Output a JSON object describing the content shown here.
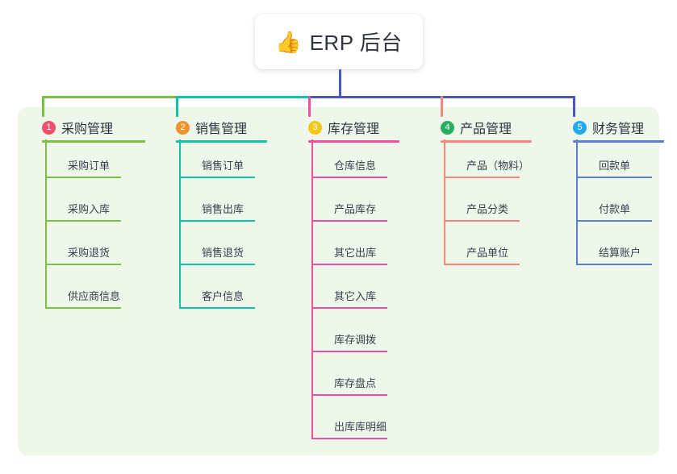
{
  "root": {
    "icon": "thumbs-up-emoji",
    "emoji": "👍",
    "title": "ERP 后台"
  },
  "theme": {
    "panel_bg": "#eef7e9",
    "card_bg": "#ffffff",
    "text": "#2f3440",
    "leaf_text": "#3a3f4b",
    "root_stem": "#4a55bd"
  },
  "bus": {
    "segments": [
      {
        "name": "bus-green",
        "color": "#7ac143"
      },
      {
        "name": "bus-teal",
        "color": "#10c4a8"
      },
      {
        "name": "bus-indigo",
        "color": "#4a55bd"
      }
    ]
  },
  "columns": [
    {
      "number": "1",
      "label": "采购管理",
      "badge_color": "#f0506e",
      "line_color": "#7ac143",
      "drop_color": "#7ac143",
      "items": [
        "采购订单",
        "采购入库",
        "采购退货",
        "供应商信息"
      ]
    },
    {
      "number": "2",
      "label": "销售管理",
      "badge_color": "#f0932b",
      "line_color": "#10c4a8",
      "drop_color": "#10c4a8",
      "items": [
        "销售订单",
        "销售出库",
        "销售退货",
        "客户信息"
      ]
    },
    {
      "number": "3",
      "label": "库存管理",
      "badge_color": "#f5c518",
      "line_color": "#ef4fa0",
      "drop_color": "#ef4fa0",
      "items": [
        "仓库信息",
        "产品库存",
        "其它出库",
        "其它入库",
        "库存调拨",
        "库存盘点",
        "出库库明细"
      ]
    },
    {
      "number": "4",
      "label": "产品管理",
      "badge_color": "#27ae60",
      "line_color": "#f4877e",
      "drop_color": "#f4877e",
      "items": [
        "产品（物料）",
        "产品分类",
        "产品单位"
      ]
    },
    {
      "number": "5",
      "label": "财务管理",
      "badge_color": "#1eaaf1",
      "line_color": "#5b7fd4",
      "drop_color": "#4a55bd",
      "items": [
        "回款单",
        "付款单",
        "结算账户"
      ]
    }
  ]
}
